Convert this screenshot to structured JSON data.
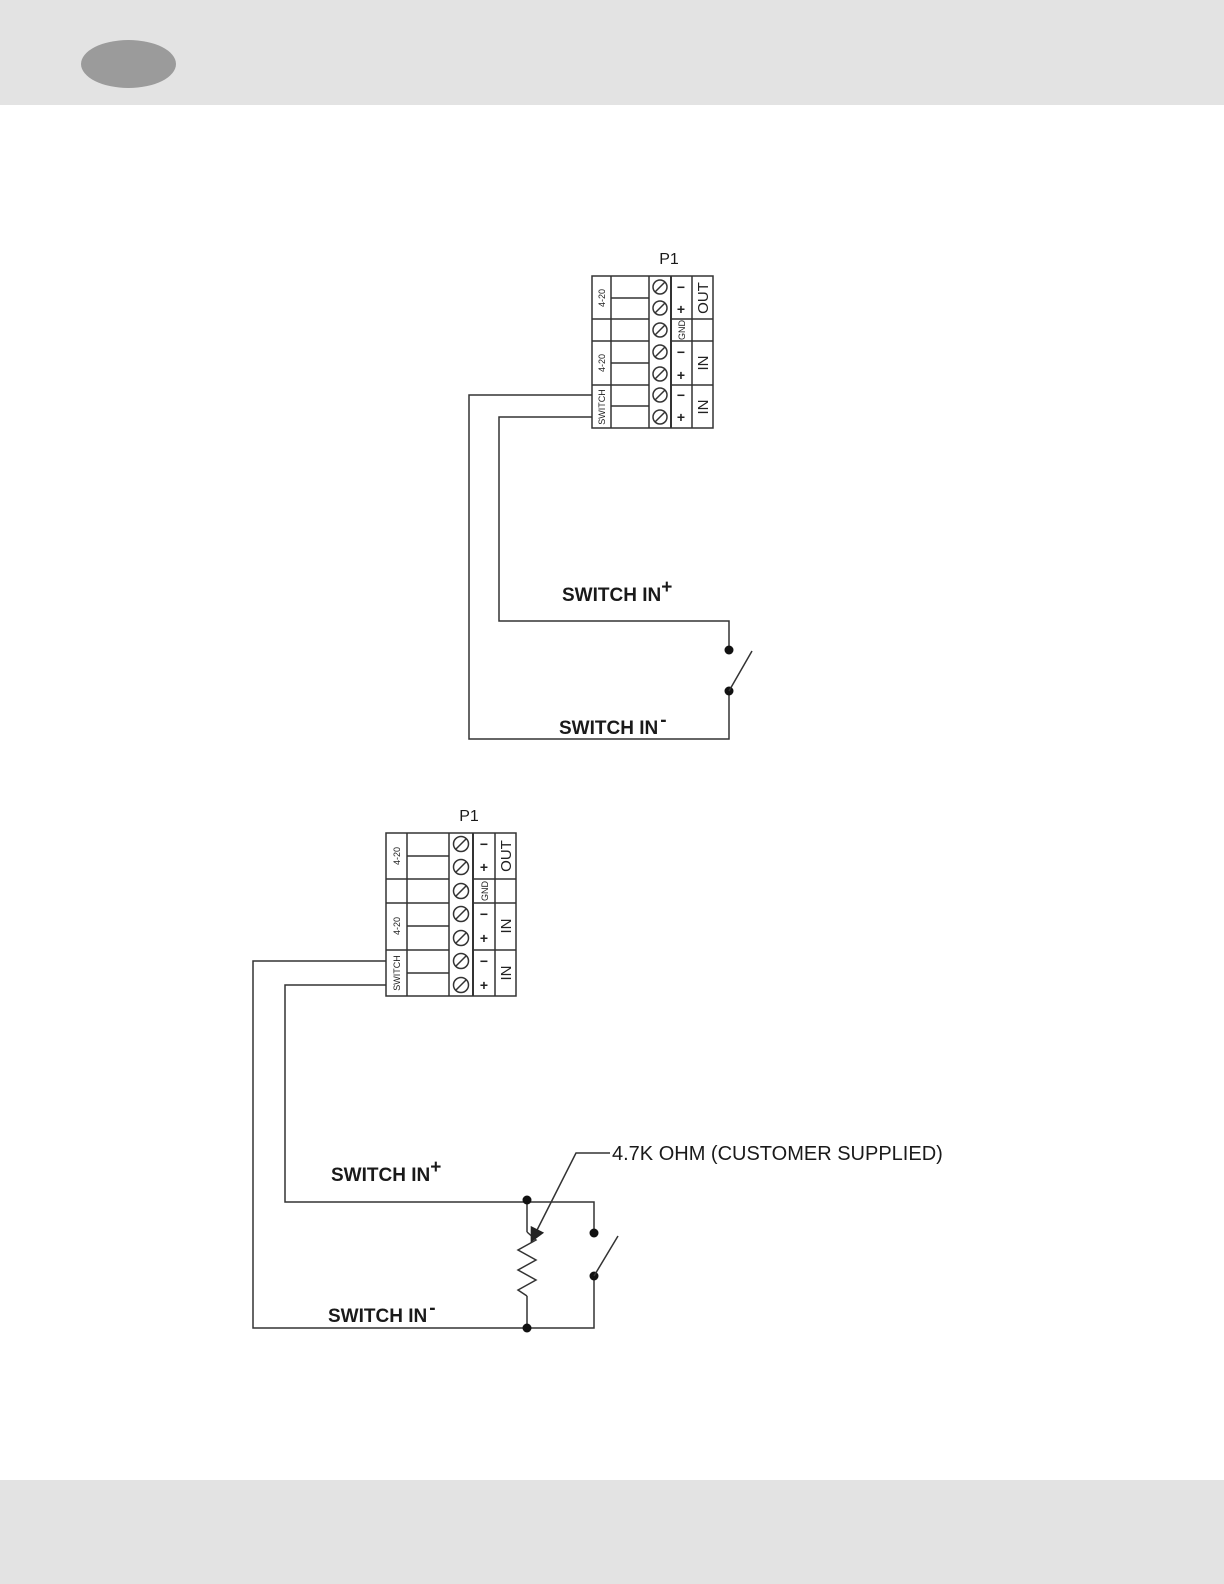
{
  "diagram1": {
    "connector_label": "P1",
    "block_labels": [
      "4-20",
      "4-20",
      "SWITCH"
    ],
    "terminal_labels": {
      "out": "OUT",
      "gnd": "GND",
      "in1": "IN",
      "in2": "IN",
      "minus": "−",
      "plus": "+"
    },
    "switch_in_plus": "SWITCH IN",
    "switch_in_minus": "SWITCH IN",
    "plus_sup": "+",
    "minus_sup": "-"
  },
  "diagram2": {
    "connector_label": "P1",
    "block_labels": [
      "4-20",
      "4-20",
      "SWITCH"
    ],
    "terminal_labels": {
      "out": "OUT",
      "gnd": "GND",
      "in1": "IN",
      "in2": "IN",
      "minus": "−",
      "plus": "+"
    },
    "switch_in_plus": "SWITCH IN",
    "switch_in_minus": "SWITCH IN",
    "plus_sup": "+",
    "minus_sup": "-",
    "resistor_label": "4.7K OHM (CUSTOMER SUPPLIED)"
  },
  "colors": {
    "band": "#e3e3e3",
    "tab": "#9b9b9b",
    "line": "#333333"
  }
}
